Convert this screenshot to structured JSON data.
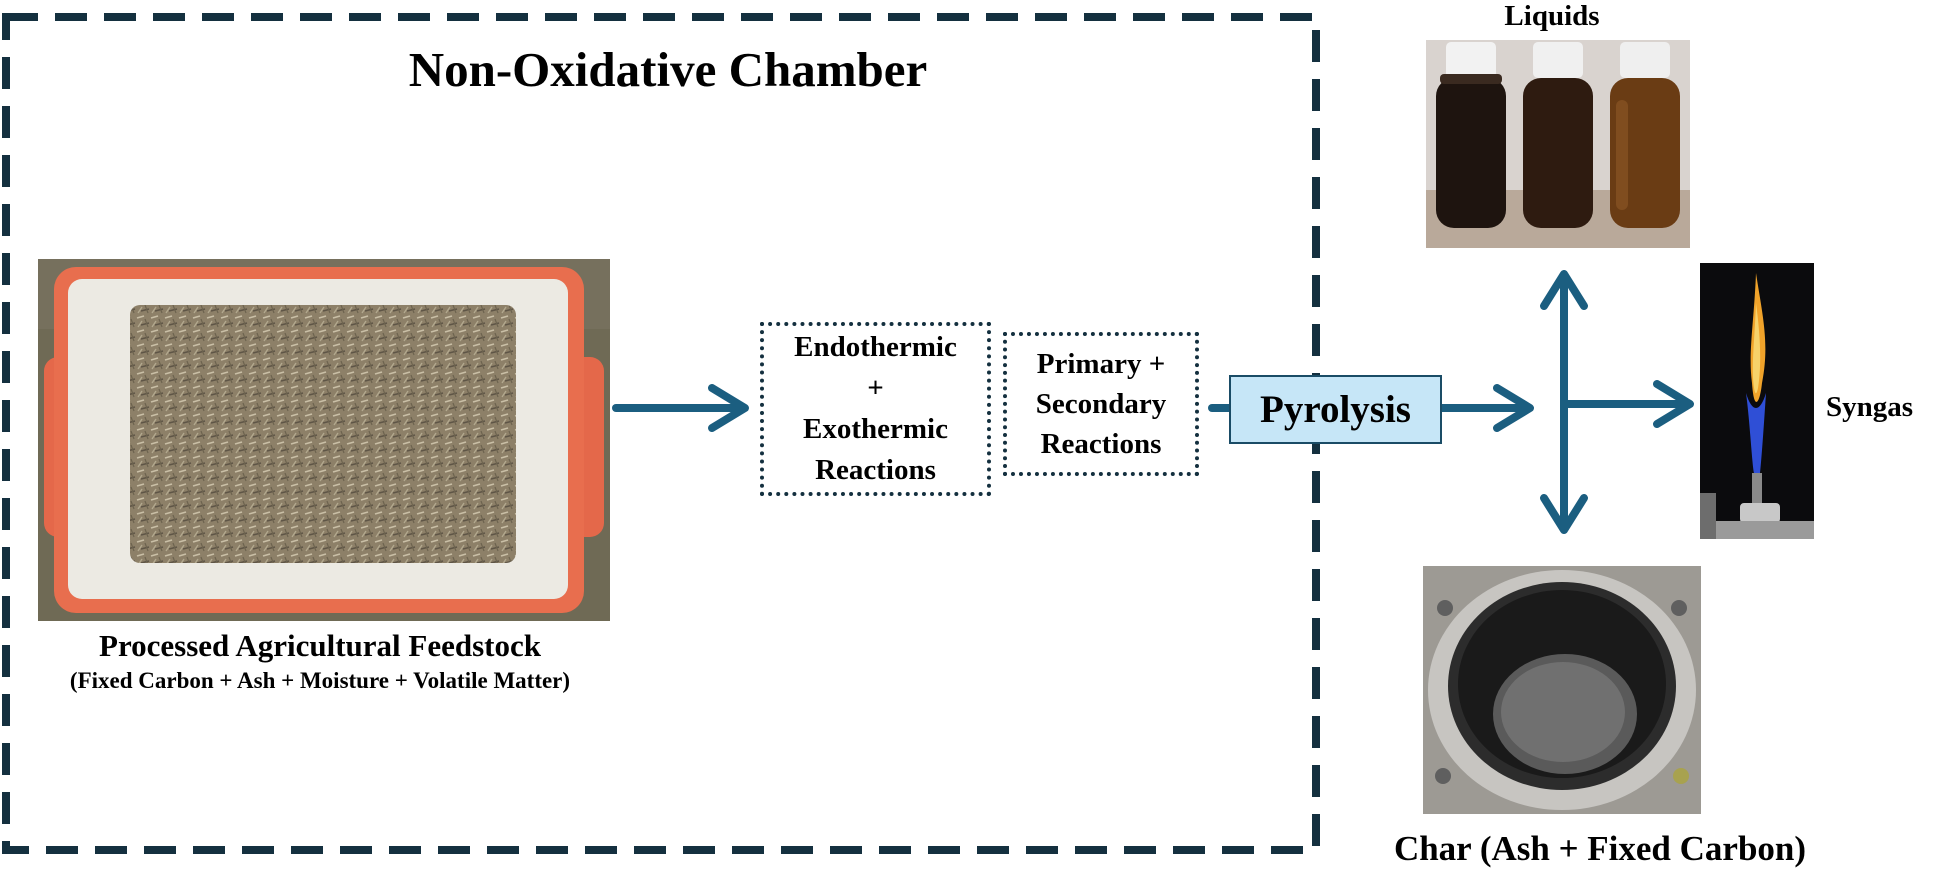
{
  "title": "Non-Oxidative Chamber",
  "feedstock": {
    "caption": "Processed Agricultural Feedstock",
    "composition": "(Fixed Carbon + Ash + Moisture + Volatile Matter)"
  },
  "reactions": {
    "box1_lines": [
      "Endothermic",
      "+",
      "Exothermic",
      "Reactions"
    ],
    "box2_lines": [
      "Primary +",
      "Secondary",
      "Reactions"
    ]
  },
  "process": "Pyrolysis",
  "products": {
    "liquids": "Liquids",
    "syngas": "Syngas",
    "char": "Char (Ash + Fixed Carbon)"
  },
  "colors": {
    "arrow": "#1b5e80",
    "border_dashed": "#14303f",
    "pyrolysis_fill": "#c6e6f7"
  },
  "icons": {
    "feedstock_photo": "feedstock-tray-photo",
    "liquids_photo": "liquid-bottles-photo",
    "syngas_photo": "flame-photo",
    "char_photo": "char-reactor-photo"
  }
}
